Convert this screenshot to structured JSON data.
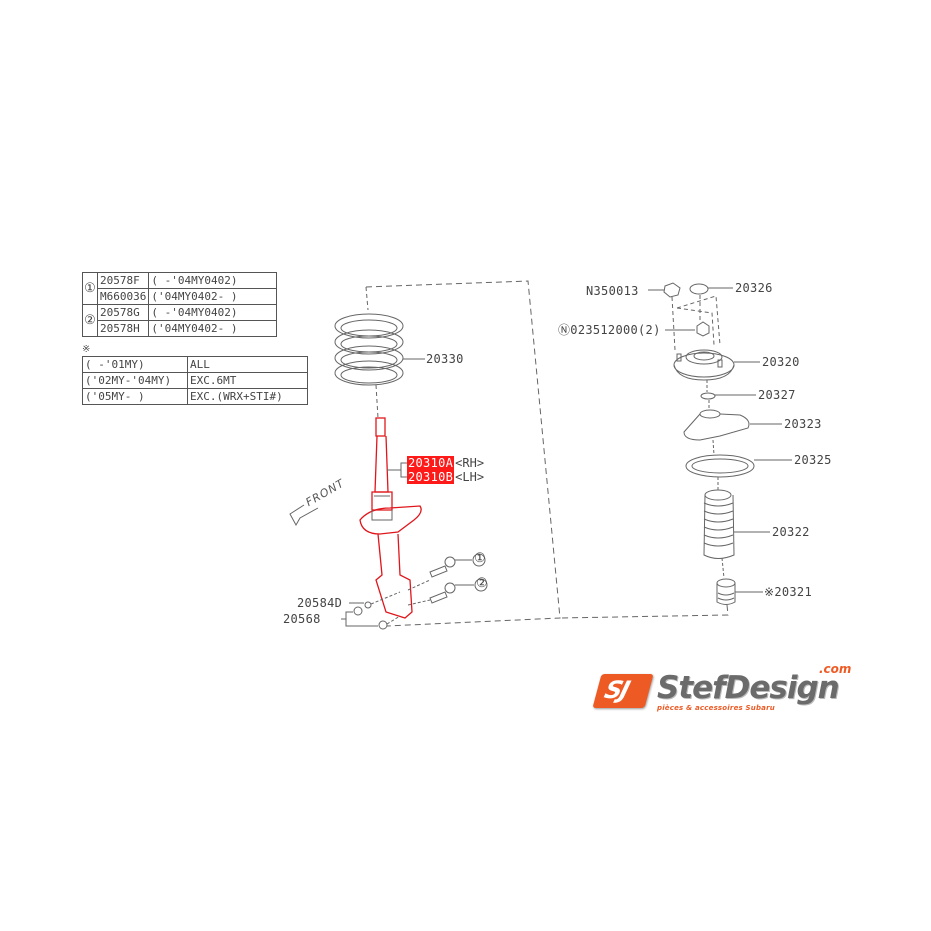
{
  "table_bolts": {
    "rows": [
      {
        "ref": "①",
        "part": "20578F",
        "range": "(      -'04MY0402)"
      },
      {
        "ref": "",
        "part": "M660036",
        "range": "('04MY0402-      )"
      },
      {
        "ref": "②",
        "part": "20578G",
        "range": "(      -'04MY0402)"
      },
      {
        "ref": "",
        "part": "20578H",
        "range": "('04MY0402-      )"
      }
    ]
  },
  "note_symbol": "※",
  "table_models": {
    "rows": [
      {
        "years": "(     -'01MY)",
        "applies": "ALL"
      },
      {
        "years": "('02MY-'04MY)",
        "applies": "EXC.6MT"
      },
      {
        "years": "('05MY-      )",
        "applies": "EXC.(WRX+STI#)"
      }
    ]
  },
  "callouts": {
    "spring": "20330",
    "strut_rh": "20310A",
    "strut_rh_side": "<RH>",
    "strut_lh": "20310B",
    "strut_lh_side": "<LH>",
    "front": "FRONT",
    "bolt_ref_1": "①",
    "bolt_ref_2": "②",
    "washer": "20584D",
    "nut": "20568",
    "top_nut": "N350013",
    "cap": "20326",
    "flange_nut": "Ⓝ023512000(2)",
    "mount": "20320",
    "thrust_washer": "20327",
    "seat": "20323",
    "spring_pad": "20325",
    "dust_boot": "20322",
    "bump_stop": "※20321"
  },
  "logo": {
    "badge": "SJ",
    "name": "StefDesign",
    "domain": ".com",
    "tagline": "pièces & accessoires Subaru",
    "accent": "#ee5a24"
  },
  "colors": {
    "highlight": "#ff1a1a",
    "line": "#555555"
  }
}
